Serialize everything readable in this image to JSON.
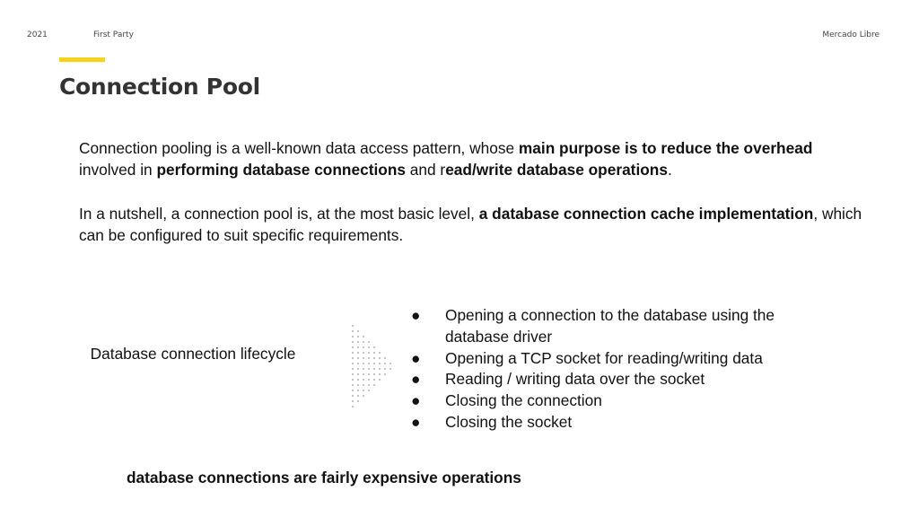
{
  "header": {
    "year": "2021",
    "party": "First Party",
    "brand": "Mercado Libre"
  },
  "colors": {
    "accent": "#f5d316",
    "title": "#333333",
    "text": "#111111"
  },
  "title": "Connection Pool",
  "paragraph1": {
    "t1": "Connection pooling is a well-known data access pattern, whose ",
    "b1": "main purpose is to reduce the overhead",
    "t2": " involved in ",
    "b2": "performing database connections",
    "t3": " and r",
    "b3": "ead/write database operations",
    "t4": "."
  },
  "paragraph2": {
    "t1": "In a nutshell, a connection pool is, at the most basic level, ",
    "b1": "a database connection cache implementation",
    "t2": ", which can be configured to suit specific requirements."
  },
  "lifecycle_label": "Database connection lifecycle",
  "arrow_icon": "dotted-arrow-icon",
  "bullets": [
    {
      "mark": "●",
      "text": "Opening a connection to the database using the database driver"
    },
    {
      "mark": "●",
      "text": "Opening a TCP socket for reading/writing data"
    },
    {
      "mark": "●",
      "text": "Reading / writing data over the socket"
    },
    {
      "mark": "●",
      "text": "Closing the connection"
    },
    {
      "mark": "●",
      "text": "Closing the socket"
    }
  ],
  "footnote": "database connections are fairly expensive operations"
}
